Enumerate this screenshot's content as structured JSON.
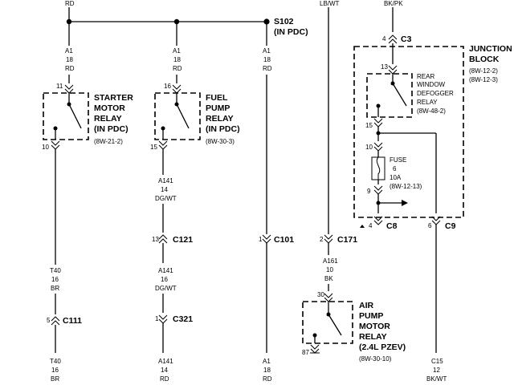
{
  "wires": {
    "top_left": "RD",
    "top_lbwt": "LB/WT",
    "top_bkpk": "BK/PK",
    "starter_in": [
      "A1",
      "18",
      "RD"
    ],
    "fuel_in": [
      "A1",
      "18",
      "RD"
    ],
    "main_in": [
      "A1",
      "18",
      "RD"
    ],
    "fuel_out": [
      "A141",
      "14",
      "DG/WT"
    ],
    "fuel_mid": [
      "A141",
      "16",
      "DG/WT"
    ],
    "fuel_bot": [
      "A141",
      "14",
      "RD"
    ],
    "starter_mid": [
      "T40",
      "16",
      "BR"
    ],
    "starter_bot": [
      "T40",
      "16",
      "BR"
    ],
    "main_bot": [
      "A1",
      "18",
      "RD"
    ],
    "air_in": [
      "A161",
      "10",
      "BK"
    ],
    "c9_out": [
      "C15",
      "12",
      "BK/WT"
    ]
  },
  "splice": {
    "name": "S102",
    "location": "(IN PDC)"
  },
  "starter_relay": {
    "title": [
      "STARTER",
      "MOTOR",
      "RELAY",
      "(IN PDC)"
    ],
    "ref": "(8W-21-2)",
    "pin_in": "11",
    "pin_out": "10"
  },
  "fuel_relay": {
    "title": [
      "FUEL",
      "PUMP",
      "RELAY",
      "(IN PDC)"
    ],
    "ref": "(8W-30-3)",
    "pin_in": "16",
    "pin_out": "15"
  },
  "junction_block": {
    "title": [
      "JUNCTION",
      "BLOCK"
    ],
    "refs": [
      "(8W-12-2)",
      "(8W-12-3)"
    ]
  },
  "defogger_relay": {
    "title": [
      "REAR",
      "WINDOW",
      "DEFOGGER",
      "RELAY",
      "(8W-48-2)"
    ],
    "pin_in": "13",
    "pin_out": "15"
  },
  "fuse": {
    "title": "FUSE",
    "number": "6",
    "rating": "10A",
    "ref": "(8W-12-13)",
    "pin_in": "10",
    "pin_out": "9"
  },
  "air_relay": {
    "title": [
      "AIR",
      "PUMP",
      "MOTOR",
      "RELAY",
      "(2.4L PZEV)"
    ],
    "ref": "(8W-30-10)",
    "pin_in": "30",
    "pin_out": "87"
  },
  "connectors": {
    "c3": {
      "name": "C3",
      "pin": "4"
    },
    "c8": {
      "name": "C8",
      "pin": "4"
    },
    "c9": {
      "name": "C9",
      "pin": "6"
    },
    "c121": {
      "name": "C121",
      "pin": "13"
    },
    "c101": {
      "name": "C101",
      "pin": "1"
    },
    "c171": {
      "name": "C171",
      "pin": "2"
    },
    "c111": {
      "name": "C111",
      "pin": "5"
    },
    "c321": {
      "name": "C321",
      "pin": "1"
    }
  }
}
